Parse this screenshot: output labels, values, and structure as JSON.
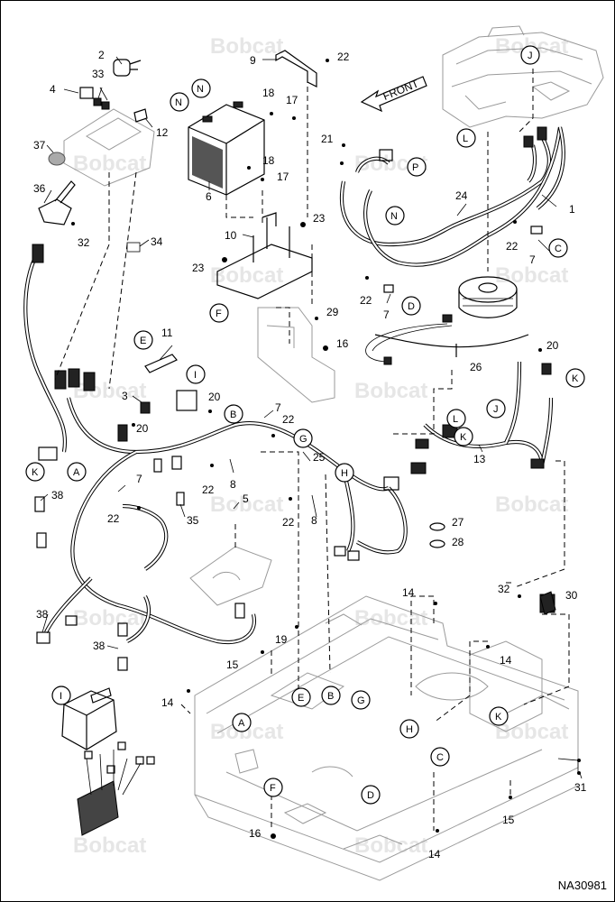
{
  "diagram_id": "NA30981",
  "watermark_text": "Bobcat",
  "arrow_label": "FRONT",
  "callouts": [
    "1",
    "2",
    "3",
    "4",
    "5",
    "6",
    "7",
    "8",
    "9",
    "10",
    "11",
    "12",
    "13",
    "14",
    "15",
    "16",
    "17",
    "18",
    "19",
    "20",
    "21",
    "22",
    "23",
    "24",
    "25",
    "26",
    "27",
    "28",
    "29",
    "30",
    "31",
    "32",
    "33",
    "34",
    "35",
    "36",
    "37",
    "38"
  ],
  "circle_letters": [
    "A",
    "B",
    "C",
    "D",
    "E",
    "F",
    "G",
    "H",
    "I",
    "J",
    "K",
    "L",
    "N",
    "P"
  ]
}
